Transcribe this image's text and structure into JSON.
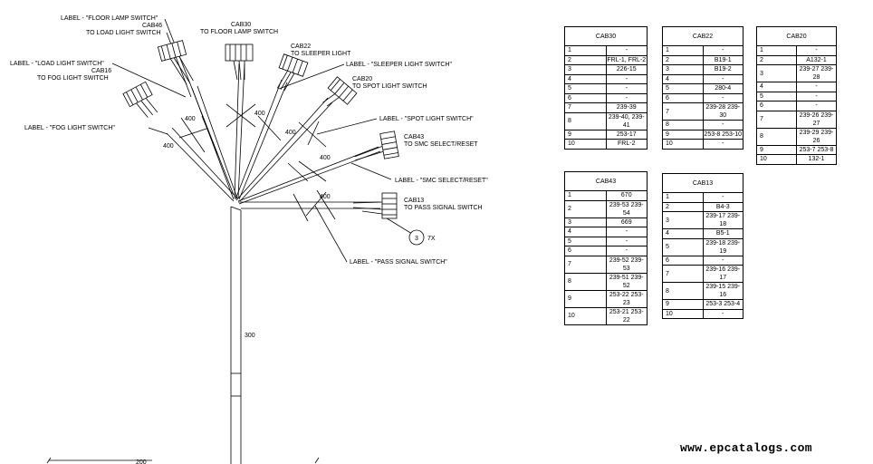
{
  "labels": {
    "floor_lamp_switch": "LABEL - \"FLOOR LAMP SWITCH\"",
    "load_light_switch": "LABEL - \"LOAD LIGHT SWITCH\"",
    "fog_light_switch": "LABEL - \"FOG LIGHT SWITCH\"",
    "sleeper_light_switch": "LABEL - \"SLEEPER LIGHT SWITCH\"",
    "spot_light_switch": "LABEL - \"SPOT LIGHT SWITCH\"",
    "smc_select_reset": "LABEL - \"SMC SELECT/RESET\"",
    "pass_signal_switch": "LABEL - \"PASS SIGNAL SWITCH\""
  },
  "connectors": {
    "cab46": {
      "id": "CAB46",
      "desc": "TO LOAD LIGHT SWITCH"
    },
    "cab16": {
      "id": "CAB16",
      "desc": "TO FOG LIGHT SWITCH"
    },
    "cab30": {
      "id": "CAB30",
      "desc": "TO FLOOR LAMP SWITCH"
    },
    "cab22": {
      "id": "CAB22",
      "desc": "TO SLEEPER LIGHT"
    },
    "cab20": {
      "id": "CAB20",
      "desc": "TO SPOT LIGHT SWITCH"
    },
    "cab43": {
      "id": "CAB43",
      "desc": "TO SMC SELECT/RESET"
    },
    "cab13": {
      "id": "CAB13",
      "desc": "TO PASS SIGNAL SWITCH"
    }
  },
  "dimensions": {
    "d400_a": "400",
    "d400_b": "400",
    "d400_c": "400",
    "d400_d": "400",
    "d400_e": "400",
    "d400_f": "400",
    "d300": "300",
    "d200": "200"
  },
  "callout": {
    "number": "3",
    "qty": "7X"
  },
  "tables": {
    "cab30": {
      "title": "CAB30",
      "rows": [
        [
          "1",
          "-"
        ],
        [
          "2",
          "FRL-1, FRL-2"
        ],
        [
          "3",
          "226-15"
        ],
        [
          "4",
          "-"
        ],
        [
          "5",
          "-"
        ],
        [
          "6",
          "-"
        ],
        [
          "7",
          "239-39"
        ],
        [
          "8",
          "239-40, 239-41"
        ],
        [
          "9",
          "253-17"
        ],
        [
          "10",
          "FRL-2"
        ]
      ]
    },
    "cab22": {
      "title": "CAB22",
      "rows": [
        [
          "1",
          "-"
        ],
        [
          "2",
          "B19-1"
        ],
        [
          "3",
          "B19-2"
        ],
        [
          "4",
          "-"
        ],
        [
          "5",
          "280-4"
        ],
        [
          "6",
          "-"
        ],
        [
          "7",
          "239-28  239-30"
        ],
        [
          "8",
          "-"
        ],
        [
          "9",
          "253-8  253-10"
        ],
        [
          "10",
          "-"
        ]
      ]
    },
    "cab20": {
      "title": "CAB20",
      "rows": [
        [
          "1",
          "-"
        ],
        [
          "2",
          "A132-1"
        ],
        [
          "3",
          "239-27  239-28"
        ],
        [
          "4",
          "-"
        ],
        [
          "5",
          "-"
        ],
        [
          "6",
          "-"
        ],
        [
          "7",
          "239-26  239-27"
        ],
        [
          "8",
          "239-29  239-26"
        ],
        [
          "9",
          "253-7  253-8"
        ],
        [
          "10",
          "132-1"
        ]
      ]
    },
    "cab43": {
      "title": "CAB43",
      "rows": [
        [
          "1",
          "670"
        ],
        [
          "2",
          "239-53  239-54"
        ],
        [
          "3",
          "669"
        ],
        [
          "4",
          "-"
        ],
        [
          "5",
          "-"
        ],
        [
          "6",
          "-"
        ],
        [
          "7",
          "239-52  239-53"
        ],
        [
          "8",
          "239-51  239-52"
        ],
        [
          "9",
          "253-22  253-23"
        ],
        [
          "10",
          "253-21  253-22"
        ]
      ]
    },
    "cab13": {
      "title": "CAB13",
      "rows": [
        [
          "1",
          "-"
        ],
        [
          "2",
          "B4-3"
        ],
        [
          "3",
          "239-17  239-18"
        ],
        [
          "4",
          "B5-1"
        ],
        [
          "5",
          "239-18  239-19"
        ],
        [
          "6",
          "-"
        ],
        [
          "7",
          "239-16  239-17"
        ],
        [
          "8",
          "239-15  239-16"
        ],
        [
          "9",
          "253-3  253-4"
        ],
        [
          "10",
          "-"
        ]
      ]
    }
  },
  "watermark": "www.epcatalogs.com"
}
